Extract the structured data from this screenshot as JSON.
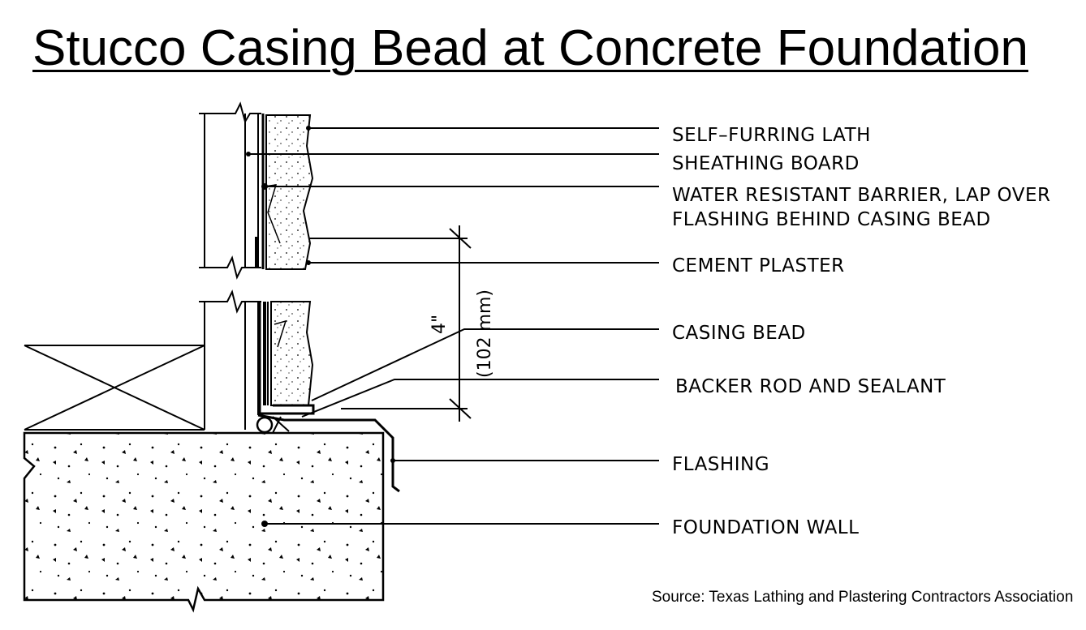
{
  "title": "Stucco Casing Bead at Concrete Foundation",
  "source": "Source: Texas Lathing and Plastering Contractors Association",
  "callouts": [
    {
      "id": "self-furring-lath",
      "lines": [
        "SELF–FURRING LATH"
      ]
    },
    {
      "id": "sheathing-board",
      "lines": [
        "SHEATHING BOARD"
      ]
    },
    {
      "id": "water-resistant-barrier",
      "lines": [
        "WATER RESISTANT BARRIER, LAP OVER",
        "FLASHING BEHIND CASING BEAD"
      ]
    },
    {
      "id": "cement-plaster",
      "lines": [
        "CEMENT PLASTER"
      ]
    },
    {
      "id": "casing-bead",
      "lines": [
        "CASING BEAD"
      ]
    },
    {
      "id": "backer-rod-and-sealant",
      "lines": [
        "BACKER ROD AND SEALANT"
      ]
    },
    {
      "id": "flashing",
      "lines": [
        "FLASHING"
      ]
    },
    {
      "id": "foundation-wall",
      "lines": [
        "FOUNDATION WALL"
      ]
    }
  ],
  "dimension": {
    "imperial": "4\"",
    "metric": "(102 mm)"
  },
  "colors": {
    "line": "#000000",
    "background": "#ffffff"
  }
}
